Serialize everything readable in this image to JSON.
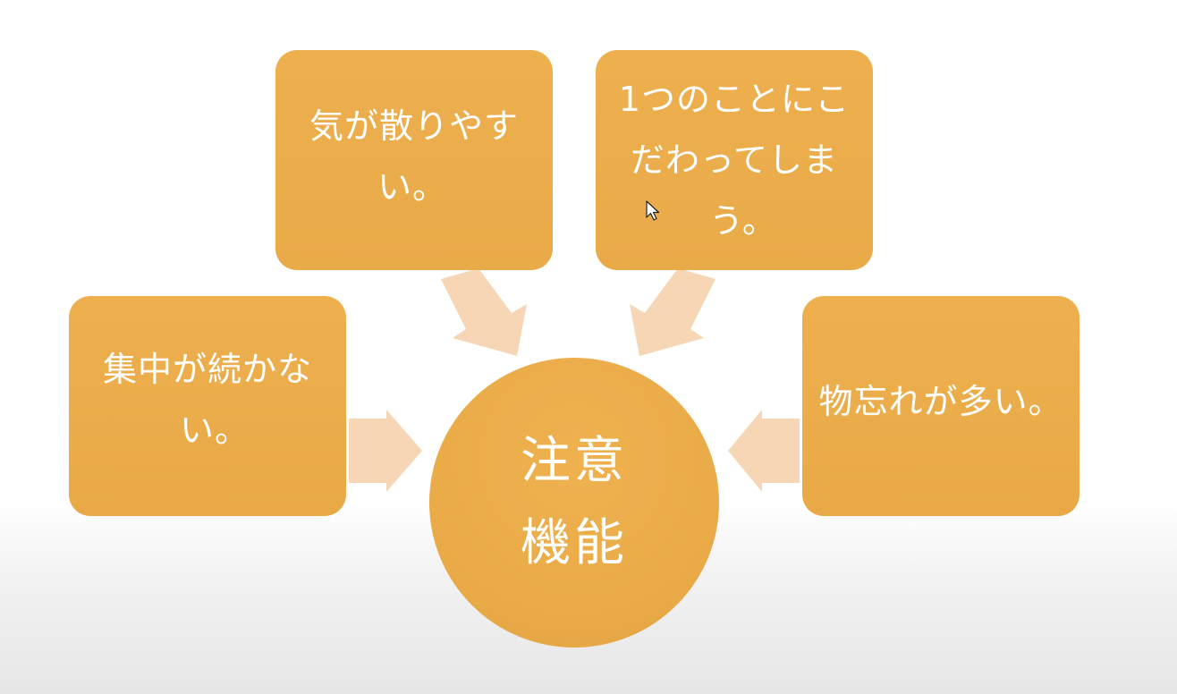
{
  "center": {
    "line1": "注意",
    "line2": "機能"
  },
  "boxes": {
    "top_left": {
      "line1": "気が散りやす",
      "line2": "い。"
    },
    "top_right": {
      "line1": "1つのことにこ",
      "line2": "だわってしま",
      "line3": "う。"
    },
    "left": {
      "line1": "集中が続かな",
      "line2": "い。"
    },
    "right": {
      "line1": "物忘れが多い。"
    }
  },
  "colors": {
    "box": "#eeb04f",
    "arrow": "#f6d6b4",
    "text": "#ffffff"
  }
}
